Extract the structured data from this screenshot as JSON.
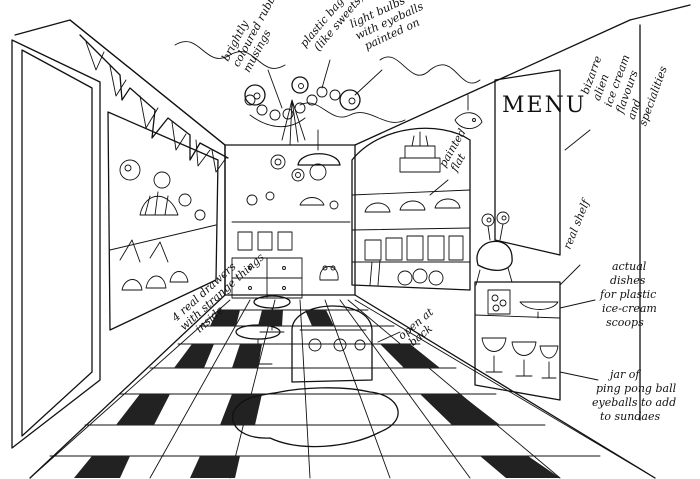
{
  "sign": {
    "menu": "MENU"
  },
  "annotations": {
    "musings_line1": "brightly",
    "musings_line2": "coloured rubber",
    "musings_line3": "musings",
    "beads_line1": "plastic bag beads",
    "beads_line2": "(like sweets)",
    "bulbs_line1": "light bulbs",
    "bulbs_line2": "with eyeballs",
    "bulbs_line3": "painted on",
    "menu_line1": "bizarre",
    "menu_line2": "alien",
    "menu_line3": "ice cream",
    "menu_line4": "flavours",
    "menu_line5": "and",
    "menu_line6": "specialities",
    "painted_line1": "painted",
    "painted_line2": "flat",
    "shelf_line1": "real shelf",
    "dishes_line1": "actual",
    "dishes_line2": "dishes",
    "dishes_line3": "for plastic",
    "dishes_line4": "ice-cream",
    "dishes_line5": "scoops",
    "drawers_line1": "4 real drawers",
    "drawers_line2": "with strange things",
    "drawers_line3": "inside",
    "open_line1": "open at",
    "open_line2": "back",
    "jar_line1": "jar of",
    "jar_line2": "ping pong ball",
    "jar_line3": "eyeballs to add",
    "jar_line4": "to sundaes"
  }
}
